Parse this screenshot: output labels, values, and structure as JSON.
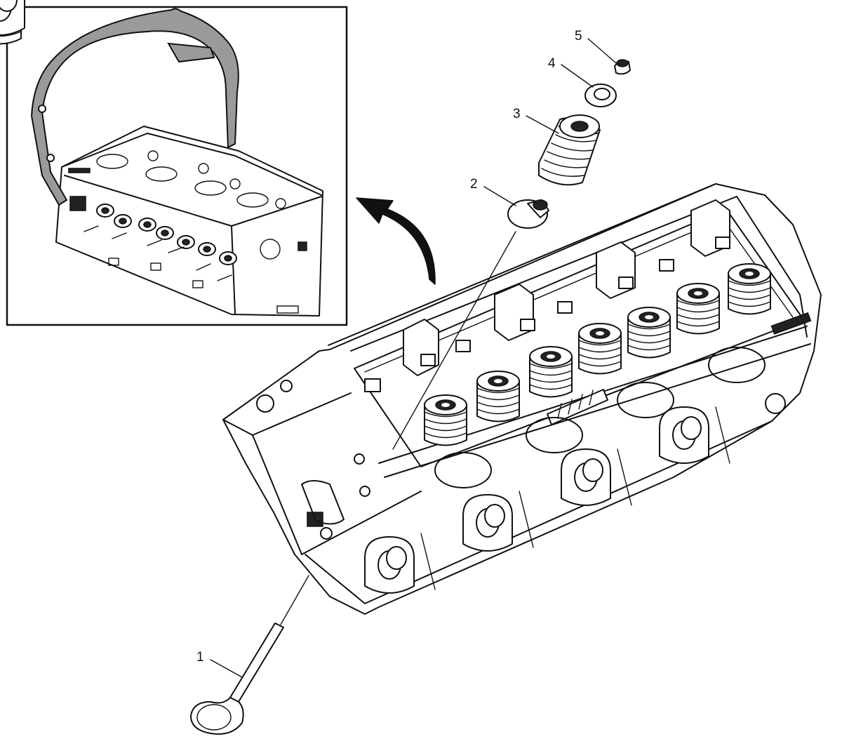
{
  "figure": {
    "inset": {
      "description_icon": "valve-spring-compressor-icon"
    },
    "arrow": {
      "icon": "curved-arrow-icon"
    },
    "callouts": [
      {
        "id": "1",
        "label": "1",
        "part_icon": "valve-icon"
      },
      {
        "id": "2",
        "label": "2",
        "part_icon": "valve-stem-seal-icon"
      },
      {
        "id": "3",
        "label": "3",
        "part_icon": "valve-spring-icon"
      },
      {
        "id": "4",
        "label": "4",
        "part_icon": "valve-spring-retainer-icon"
      },
      {
        "id": "5",
        "label": "5",
        "part_icon": "valve-keys-icon"
      }
    ]
  }
}
